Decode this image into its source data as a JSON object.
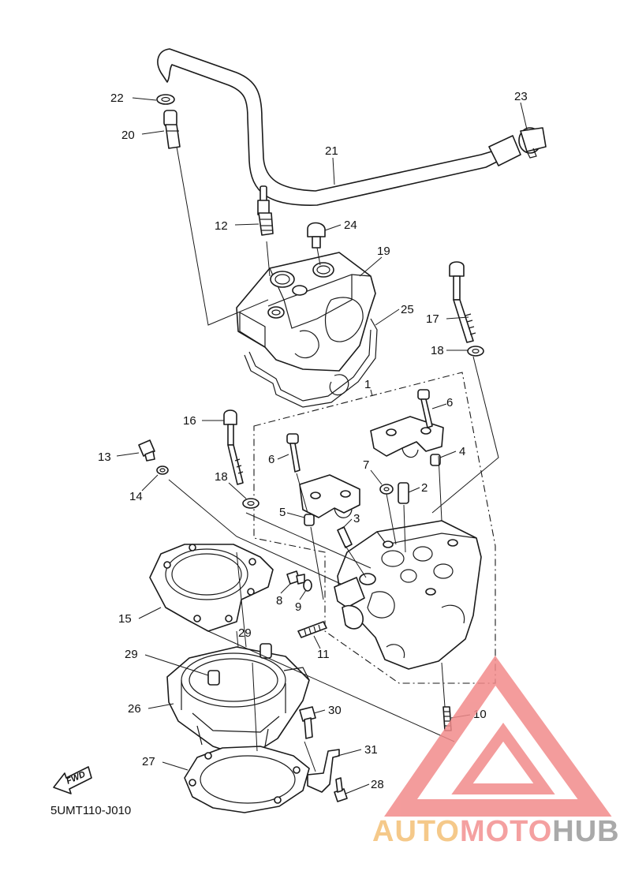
{
  "diagram": {
    "code": "5UMT110-J010",
    "fwd_label": "FWD",
    "callouts": [
      "1",
      "2",
      "3",
      "4",
      "5",
      "6",
      "6",
      "7",
      "8",
      "9",
      "10",
      "11",
      "12",
      "13",
      "14",
      "15",
      "16",
      "17",
      "18",
      "18",
      "19",
      "20",
      "21",
      "22",
      "23",
      "24",
      "25",
      "26",
      "27",
      "28",
      "29",
      "29",
      "30",
      "31"
    ]
  },
  "watermark": {
    "part1": "AUTO",
    "part2": "MOTO",
    "part3": "HUB",
    "color_part1": "#f5c98a",
    "color_part2": "#f4a0a0",
    "color_part3": "#a9a9a9",
    "logo_color": "#f28b8b"
  }
}
